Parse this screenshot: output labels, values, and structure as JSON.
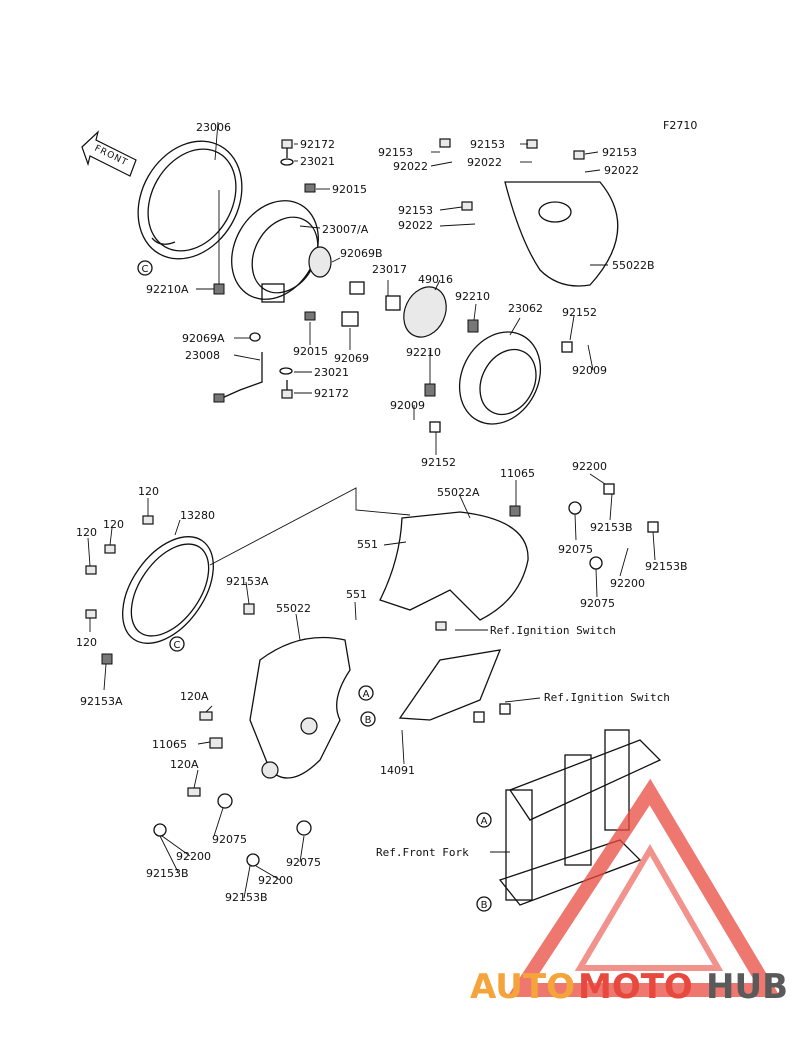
{
  "figure_id": "F2710",
  "front_label": "FRONT",
  "parts": [
    {
      "id": "p23006",
      "text": "23006"
    },
    {
      "id": "p92172a",
      "text": "92172"
    },
    {
      "id": "p23021a",
      "text": "23021"
    },
    {
      "id": "p92015a",
      "text": "92015"
    },
    {
      "id": "p23007",
      "text": "23007/A"
    },
    {
      "id": "p92069b",
      "text": "92069B"
    },
    {
      "id": "p23017",
      "text": "23017"
    },
    {
      "id": "p49016",
      "text": "49016"
    },
    {
      "id": "p92210Aa",
      "text": "92210A"
    },
    {
      "id": "p92069A",
      "text": "92069A"
    },
    {
      "id": "p23008",
      "text": "23008"
    },
    {
      "id": "p92015b",
      "text": "92015"
    },
    {
      "id": "p92069",
      "text": "92069"
    },
    {
      "id": "p23021b",
      "text": "23021"
    },
    {
      "id": "p92172b",
      "text": "92172"
    },
    {
      "id": "p92153a",
      "text": "92153"
    },
    {
      "id": "p92022a",
      "text": "92022"
    },
    {
      "id": "p92153b",
      "text": "92153"
    },
    {
      "id": "p92022b",
      "text": "92022"
    },
    {
      "id": "p92153c",
      "text": "92153"
    },
    {
      "id": "p92022c",
      "text": "92022"
    },
    {
      "id": "p92153d",
      "text": "92153"
    },
    {
      "id": "p92022d",
      "text": "92022"
    },
    {
      "id": "p55022B",
      "text": "55022B"
    },
    {
      "id": "p92210a",
      "text": "92210"
    },
    {
      "id": "p23062",
      "text": "23062"
    },
    {
      "id": "p92152a",
      "text": "92152"
    },
    {
      "id": "p92009a",
      "text": "92009"
    },
    {
      "id": "p92210b",
      "text": "92210"
    },
    {
      "id": "p92009b",
      "text": "92009"
    },
    {
      "id": "p92152b",
      "text": "92152"
    },
    {
      "id": "p120a",
      "text": "120"
    },
    {
      "id": "p13280",
      "text": "13280"
    },
    {
      "id": "p120b",
      "text": "120"
    },
    {
      "id": "p120c",
      "text": "120"
    },
    {
      "id": "p55022A",
      "text": "55022A"
    },
    {
      "id": "p11065a",
      "text": "11065"
    },
    {
      "id": "p92200a",
      "text": "92200"
    },
    {
      "id": "p551a",
      "text": "551"
    },
    {
      "id": "p92153Ba",
      "text": "92153B"
    },
    {
      "id": "p92075a",
      "text": "92075"
    },
    {
      "id": "p92153Bb",
      "text": "92153B"
    },
    {
      "id": "p92200b",
      "text": "92200"
    },
    {
      "id": "p92075b",
      "text": "92075"
    },
    {
      "id": "p92153Aa",
      "text": "92153A"
    },
    {
      "id": "p551b",
      "text": "551"
    },
    {
      "id": "p55022",
      "text": "55022"
    },
    {
      "id": "p120d",
      "text": "120"
    },
    {
      "id": "p92153Ab",
      "text": "92153A"
    },
    {
      "id": "p120A1",
      "text": "120A"
    },
    {
      "id": "p11065b",
      "text": "11065"
    },
    {
      "id": "p120A2",
      "text": "120A"
    },
    {
      "id": "p92075c",
      "text": "92075"
    },
    {
      "id": "p92200c",
      "text": "92200"
    },
    {
      "id": "p92153Bc",
      "text": "92153B"
    },
    {
      "id": "p92075d",
      "text": "92075"
    },
    {
      "id": "p92200d",
      "text": "92200"
    },
    {
      "id": "p92153Bd",
      "text": "92153B"
    },
    {
      "id": "p14091",
      "text": "14091"
    }
  ],
  "references": [
    {
      "id": "ref1",
      "text": "Ref.Ignition Switch"
    },
    {
      "id": "ref2",
      "text": "Ref.Ignition Switch"
    },
    {
      "id": "ref3",
      "text": "Ref.Front Fork"
    }
  ],
  "markers": {
    "a": "A",
    "b": "B",
    "c": "C"
  },
  "watermark": {
    "auto": "AUTO",
    "moto": "MOTO",
    "hub": "HUB"
  },
  "colors": {
    "line": "#111111",
    "logo_red": "#e8493f",
    "logo_orange": "#f4a43a",
    "logo_grey": "#5a5a5a"
  }
}
